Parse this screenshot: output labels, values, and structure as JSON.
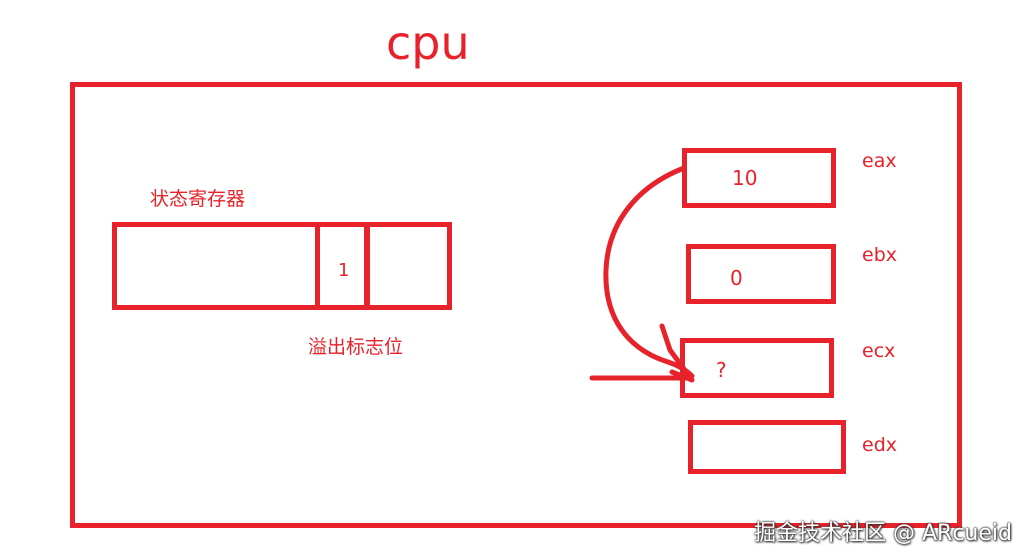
{
  "title": "cpu",
  "status_register": {
    "label": "状态寄存器",
    "overflow_value": "1",
    "overflow_label": "溢出标志位"
  },
  "registers": [
    {
      "name": "eax",
      "value": "10"
    },
    {
      "name": "ebx",
      "value": "0"
    },
    {
      "name": "ecx",
      "value": "?"
    },
    {
      "name": "edx",
      "value": ""
    }
  ],
  "watermark": "掘金技术社区 @ ARcueid",
  "colors": {
    "stroke": "#e8222a",
    "background": "#ffffff"
  }
}
